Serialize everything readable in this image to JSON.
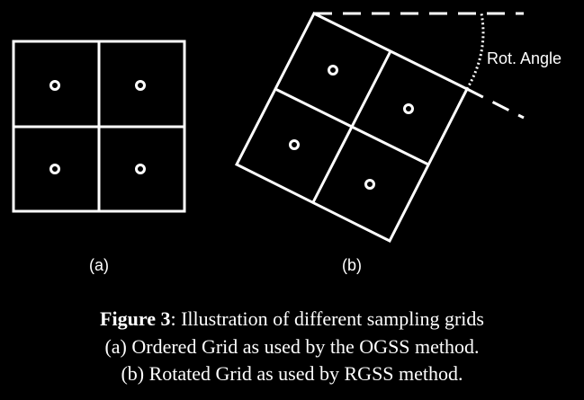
{
  "panel_a": {
    "label": "(a)"
  },
  "panel_b": {
    "label": "(b)",
    "angle_label": "Rot. Angle"
  },
  "caption": {
    "figure_label": "Figure 3",
    "title_rest": ": Illustration of different sampling grids",
    "line_a": "(a) Ordered Grid as used by the OGSS method.",
    "line_b": "(b) Rotated Grid as used by RGSS method."
  },
  "colors": {
    "background": "#000000",
    "foreground": "#ffffff"
  }
}
